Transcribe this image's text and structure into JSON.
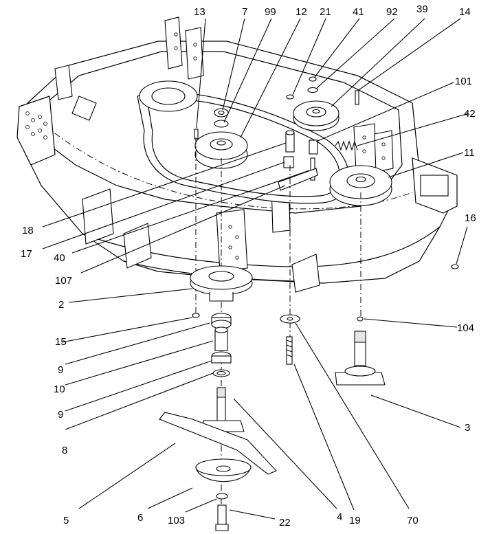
{
  "labels": {
    "l13": "13",
    "l7": "7",
    "l99": "99",
    "l12": "12",
    "l21": "21",
    "l41": "41",
    "l92": "92",
    "l39": "39",
    "l14": "14",
    "l101": "101",
    "l42": "42",
    "l11": "11",
    "l16": "16",
    "l18": "18",
    "l17": "17",
    "l40": "40",
    "l107": "107",
    "l2": "2",
    "l104": "104",
    "l15": "15",
    "l9a": "9",
    "l10": "10",
    "l9b": "9",
    "l8": "8",
    "l3": "3",
    "l5": "5",
    "l6": "6",
    "l103": "103",
    "l22": "22",
    "l4": "4",
    "l19": "19",
    "l70": "70"
  }
}
